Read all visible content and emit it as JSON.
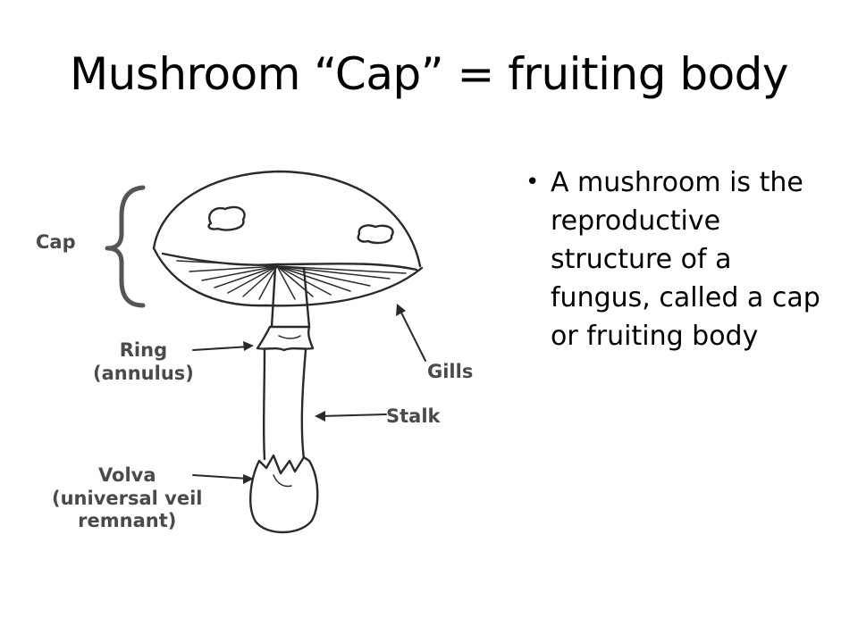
{
  "slide": {
    "title": "Mushroom “Cap” = fruiting body",
    "bullets": [
      {
        "glyph": "•",
        "text": "A mushroom is the reproductive structure of a fungus, called a cap or fruiting body"
      }
    ]
  },
  "diagram": {
    "labels": {
      "cap": "Cap",
      "ring_line1": "Ring",
      "ring_line2": "(annulus)",
      "gills": "Gills",
      "stalk": "Stalk",
      "volva_line1": "Volva",
      "volva_line2": "(universal veil",
      "volva_line3": "remnant)"
    }
  }
}
